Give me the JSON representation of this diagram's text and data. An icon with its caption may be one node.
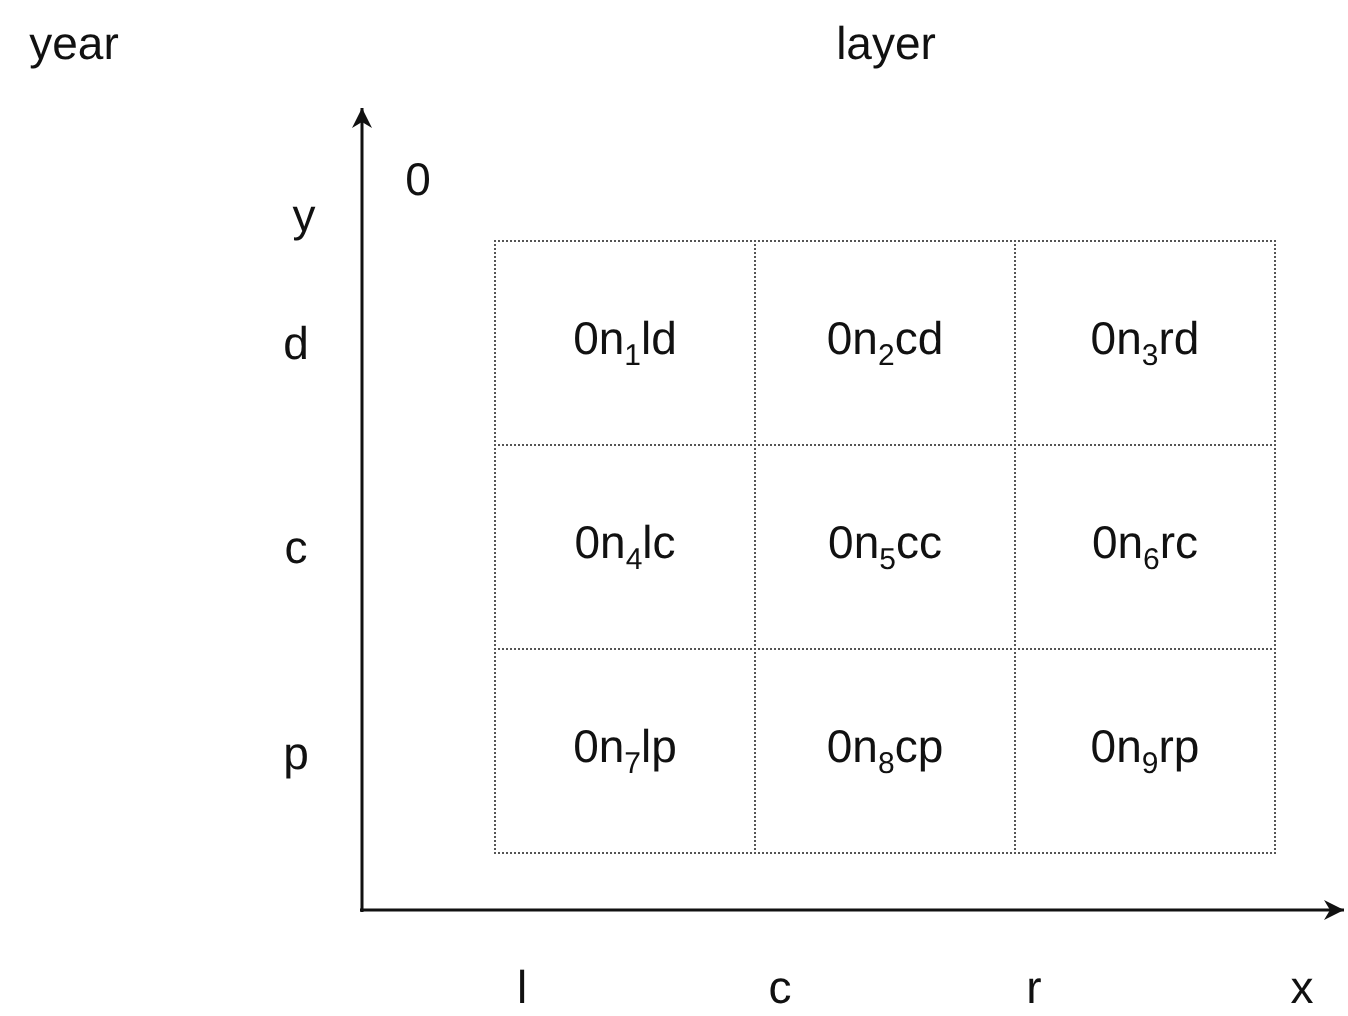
{
  "diagram": {
    "nodes": [
      {
        "text": [
          "0n$_{1}$ld"
        ]
      },
      {
        "text": [
          "0n$_{2}$cd"
        ]
      },
      {
        "text": [
          "0n$_{3}$rd"
        ]
      },
      {
        "text": [
          "0n$_{4}$lc"
        ]
      },
      {
        "text": [
          "0n$_{5}$cc"
        ]
      },
      {
        "text": [
          "0n$_{6}$rc"
        ]
      },
      {
        "text": [
          "0n$_{7}$lp"
        ]
      },
      {
        "text": [
          "0n$_{8}$cp"
        ]
      },
      {
        "text": [
          "0n$_{9}$rp"
        ]
      }
    ],
    "labels": [
      "year",
      "layer",
      "0",
      "y",
      "d",
      "c",
      "p",
      "l",
      "c",
      "r",
      "x"
    ]
  }
}
